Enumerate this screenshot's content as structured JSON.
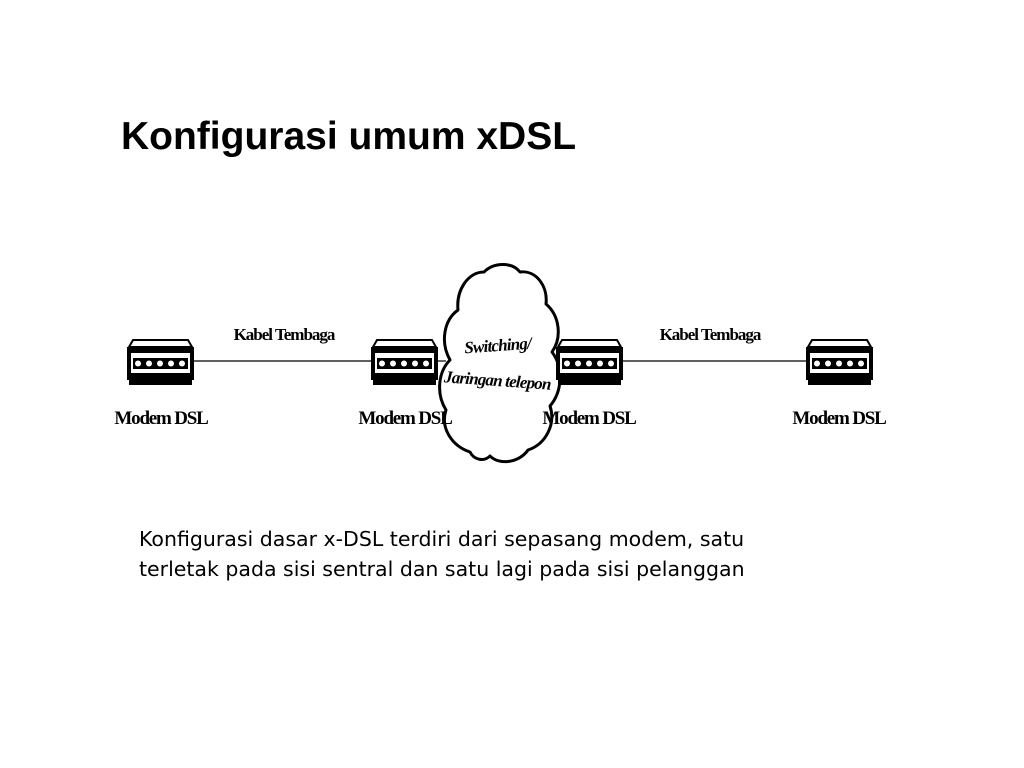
{
  "slide": {
    "title": "Konfigurasi umum xDSL"
  },
  "diagram": {
    "modems": [
      {
        "label": "Modem DSL"
      },
      {
        "label": "Modem DSL"
      },
      {
        "label": "Modem DSL"
      },
      {
        "label": "Modem DSL"
      }
    ],
    "cables": [
      {
        "label": "Kabel Tembaga"
      },
      {
        "label": "Kabel Tembaga"
      }
    ],
    "cloud": {
      "line1": "Switching/",
      "line2": "Jaringan telepon"
    }
  },
  "description": {
    "line1": "Konfigurasi dasar x-DSL terdiri dari sepasang modem, satu",
    "line2": "terletak pada sisi sentral dan satu lagi pada sisi pelanggan"
  },
  "colors": {
    "background": "#ffffff",
    "ink": "#000000"
  }
}
